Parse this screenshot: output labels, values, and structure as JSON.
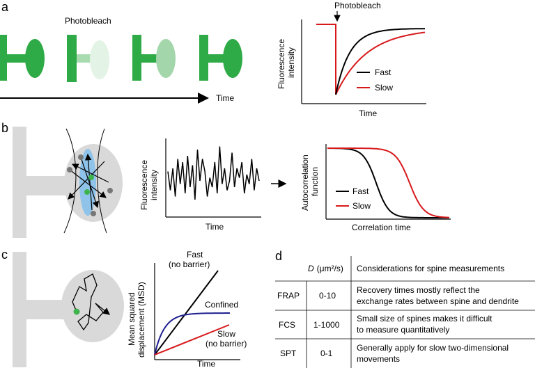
{
  "panel_a": {
    "letter": "a",
    "photobleach_label": "Photobleach",
    "time_label": "Time",
    "chart": {
      "top_label": "Photobleach",
      "ylabel_line1": "Fluorescence",
      "ylabel_line2": "intensity",
      "xlabel": "Time",
      "legend": [
        "Fast",
        "Slow"
      ],
      "colors": {
        "fast": "#000000",
        "slow": "#d7191c"
      }
    }
  },
  "panel_b": {
    "letter": "b",
    "trace": {
      "ylabel_line1": "Fluorescence",
      "ylabel_line2": "intensity",
      "xlabel": "Time",
      "values": [
        0.55,
        0.25,
        0.6,
        0.15,
        0.75,
        0.35,
        0.7,
        0.2,
        0.8,
        0.3,
        0.65,
        0.1,
        0.9,
        0.4,
        0.75,
        0.55,
        0.15,
        0.45,
        0.3,
        0.7,
        0.2,
        0.95,
        0.35,
        0.6,
        0.25,
        0.4,
        0.85,
        0.3,
        0.6,
        0.45,
        0.7,
        0.2,
        0.5,
        0.35,
        0.75,
        0.25,
        0.6,
        0.4
      ]
    },
    "chart": {
      "ylabel_line1": "Autocorrelation",
      "ylabel_line2": "function",
      "xlabel": "Correlation time",
      "legend": [
        "Fast",
        "Slow"
      ],
      "colors": {
        "fast": "#000000",
        "slow": "#d7191c"
      }
    }
  },
  "panel_c": {
    "letter": "c",
    "chart": {
      "ylabel_line1": "Mean squared",
      "ylabel_line2": "displacement (MSD)",
      "xlabel": "Time",
      "fast_line1": "Fast",
      "fast_line2": "(no barrier)",
      "confined": "Confined",
      "slow_line1": "Slow",
      "slow_line2": "(no barrier)",
      "colors": {
        "fast": "#000000",
        "confined": "#1f1f8f",
        "slow": "#d7191c"
      }
    }
  },
  "panel_d": {
    "letter": "d",
    "header": {
      "d_symbol": "D",
      "d_unit": "(μm²/s)",
      "considerations": "Considerations for spine measurements"
    },
    "rows": [
      {
        "method": "FRAP",
        "range": "0-10",
        "line1": "Recovery times mostly reflect the",
        "line2": "exchange rates between spine and dendrite"
      },
      {
        "method": "FCS",
        "range": "1-1000",
        "line1": "Small size of spines makes it difficult",
        "line2": "to measure quantitatively"
      },
      {
        "method": "SPT",
        "range": "0-1",
        "line1": "Generally apply for slow two-dimensional",
        "line2": "movements"
      }
    ]
  }
}
